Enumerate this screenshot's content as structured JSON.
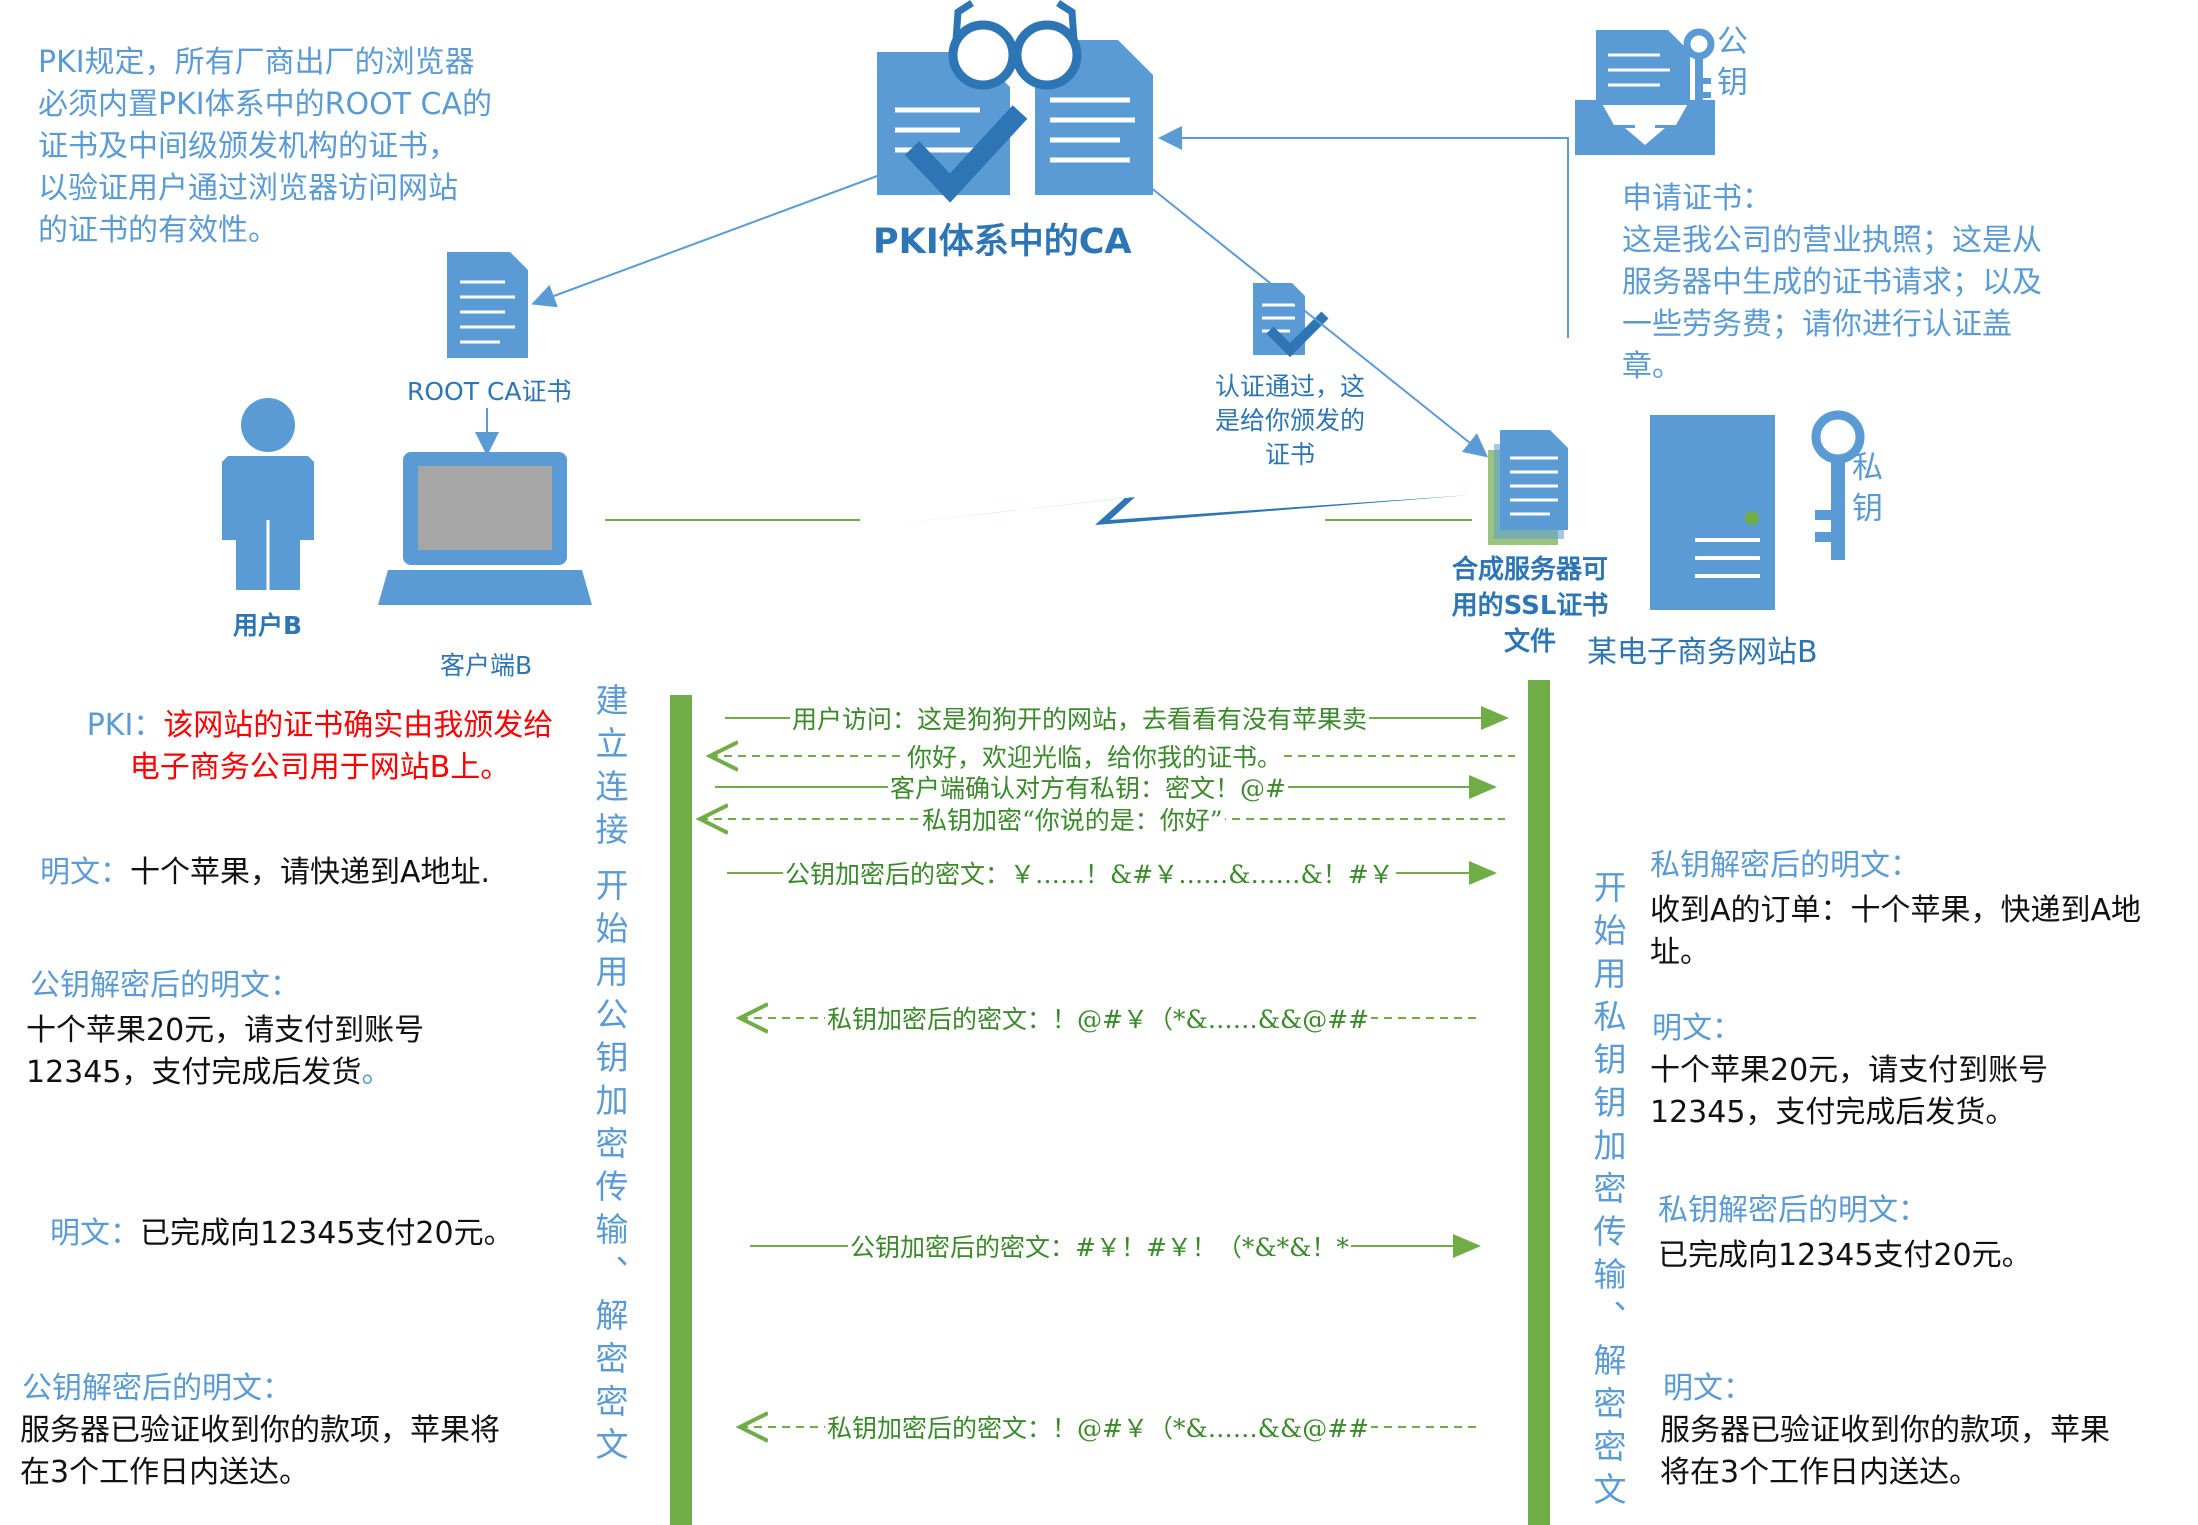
{
  "ca": {
    "title": "PKI体系中的CA"
  },
  "pki_note": "PKI规定，所有厂商出厂的浏览器\n必须内置PKI体系中的ROOT CA的\n证书及中间级颁发机构的证书，\n以验证用户通过浏览器访问网站\n的证书的有效性。",
  "root_ca_label": "ROOT CA证书",
  "user_label": "用户B",
  "client_label": "客户端B",
  "public_key_label": "公\n钥",
  "apply_note": "申请证书：\n这是我公司的营业执照；这是从\n服务器中生成的证书请求；以及\n一些劳务费；请你进行认证盖\n章。",
  "issued_label": "认证通过，这\n是给你颁发的\n证书",
  "ssl_label": "合成服务器可\n用的SSL证书\n文件",
  "private_key_label": "私\n钥",
  "server_label": "某电子商务网站B",
  "left_vertical": {
    "establish": "建立连接",
    "transfer": "开始用公钥加密传输、解密密文"
  },
  "right_vertical": "开始用私钥钥加密传输、解密密文",
  "messages": [
    "用户访问：这是狗狗开的网站，去看看有没有苹果卖",
    "你好，欢迎光临，给你我的证书。",
    "客户端确认对方有私钥：密文！@#",
    "私钥加密“你说的是：你好”",
    "公钥加密后的密文：￥……！&#￥……&……&！#￥",
    "私钥加密后的密文：！@#￥（*&……&&@##",
    "公钥加密后的密文：#￥！#￥！（*&*&！*",
    "私钥加密后的密文：！@#￥（*&……&&@##"
  ],
  "left_texts": {
    "pki_prefix": "PKI：",
    "pki_confirm": "该网站的证书确实由我颁发给\n电子商务公司用于网站B上。",
    "plain1_label": "明文：",
    "plain1": "十个苹果，请快递到A地址.",
    "pubdec1_label": "公钥解密后的明文：",
    "pubdec1": "十个苹果20元，请支付到账号\n12345，支付完成后发货",
    "pubdec1_end": "。",
    "plain2_label": "明文：",
    "plain2": "已完成向12345支付20元。",
    "pubdec2_label": "公钥解密后的明文：",
    "pubdec2": "服务器已验证收到你的款项，苹果将\n在3个工作日内送达。"
  },
  "right_texts": {
    "privdec1_label": "私钥解密后的明文：",
    "privdec1": "收到A的订单：十个苹果，快递到A地\n址。",
    "plain1_label": "明文：",
    "plain1": "十个苹果20元，请支付到账号\n12345，支付完成后发货。",
    "privdec2_label": "私钥解密后的明文：",
    "privdec2": "已完成向12345支付20元。",
    "plain2_label": "明文：",
    "plain2": "服务器已验证收到你的款项，苹果\n将在3个工作日内送达。"
  },
  "colors": {
    "icon_blue": "#5b9bd5",
    "dark_blue": "#2e75b6",
    "bar_green": "#70ad47",
    "msg_green": "#3a8a2a",
    "red": "#ff0000"
  }
}
